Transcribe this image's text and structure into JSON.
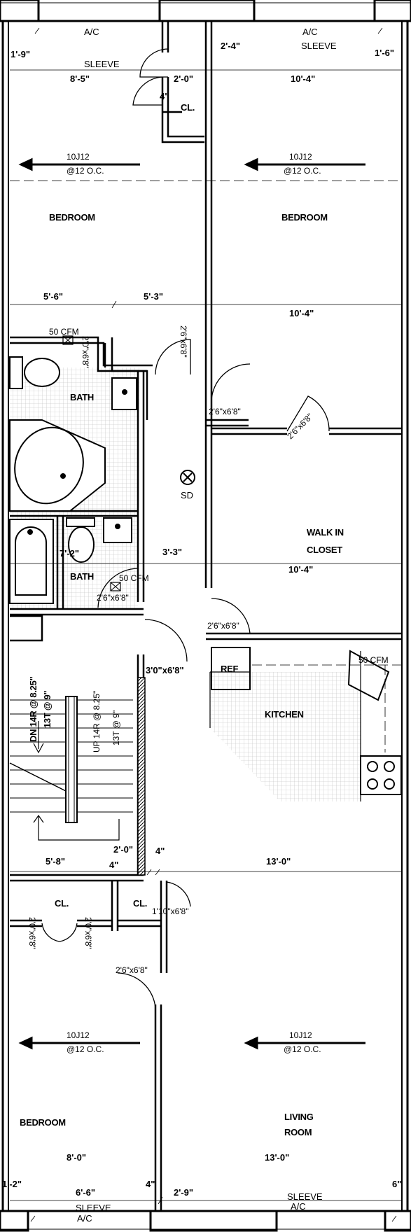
{
  "rooms": {
    "bedroom_top_left": "BEDROOM",
    "bedroom_top_right": "BEDROOM",
    "bath_upper": "BATH",
    "bath_lower": "BATH",
    "walk_in_closet_line1": "WALK IN",
    "walk_in_closet_line2": "CLOSET",
    "kitchen": "KITCHEN",
    "closet_top": "CL.",
    "closet_left": "CL.",
    "closet_right": "CL.",
    "bedroom_bottom_left": "BEDROOM",
    "living_room_line1": "LIVING",
    "living_room_line2": "ROOM",
    "refrigerator": "REF"
  },
  "notes": {
    "ac_top_left": "A/C",
    "ac_top_right": "A/C",
    "sleeve_top_left": "SLEEVE",
    "sleeve_top_right": "SLEEVE",
    "joist_a": "10J12",
    "joist_a_spacing": "@12 O.C.",
    "joist_b": "10J12",
    "joist_b_spacing": "@12 O.C.",
    "joist_c": "10J12",
    "joist_c_spacing": "@12 O.C.",
    "joist_d": "10J12",
    "joist_d_spacing": "@12 O.C.",
    "fan_upper": "50 CFM",
    "fan_lower": "50 CFM",
    "fan_kitchen": "50 CFM",
    "smoke_detector": "SD",
    "stair_down_1": "DN 14R @ 8.25\"",
    "stair_down_2": "13T @ 9\"",
    "stair_up_1": "UP 14R @ 8.25\"",
    "stair_up_2": "13T @ 9\"",
    "sleeve_bottom": "SLEEVE",
    "ac_bottom_left": "A/C",
    "sleeve_bottom_right": "SLEEVE",
    "ac_bottom_right": "A/C"
  },
  "dimensions": {
    "d_1_9": "1'-9\"",
    "d_2_4": "2'-4\"",
    "d_1_6": "1'-6\"",
    "d_8_5": "8'-5\"",
    "d_2_0_top": "2'-0\"",
    "d_10_4_a": "10'-4\"",
    "d_4_top": "4\"",
    "d_5_6": "5'-6\"",
    "d_5_3": "5'-3\"",
    "d_10_4_b": "10'-4\"",
    "d_7_2": "7'-2\"",
    "d_3_3": "3'-3\"",
    "d_10_4_c": "10'-4\"",
    "d_5_8": "5'-8\"",
    "d_2_0_mid": "2'-0\"",
    "d_4_mid_a": "4\"",
    "d_4_mid_b": "4\"",
    "d_13_0_a": "13'-0\"",
    "d_8_0": "8'-0\"",
    "d_13_0_b": "13'-0\"",
    "d_1_2": "1'-2\"",
    "d_6_6": "6'-6\"",
    "d_4_bot": "4\"",
    "d_2_9": "2'-9\"",
    "d_6_bot": "6\""
  },
  "doors": {
    "dr_bath_upper": "2'0\"x6'8\"",
    "dr_bedroom_tl": "2'6\"x6'8\"",
    "dr_hall_a": "2'6\"x6'8\"",
    "dr_closet_walk": "2'6\"x6'8\"",
    "dr_bath_lower": "2'6\"x6'8\"",
    "dr_hall_b": "2'6\"x6'8\"",
    "dr_stair": "3'0\"x6'8\"",
    "dr_cl_right": "1'10\"x6'8\"",
    "dr_cl_left_a": "2'0\"x6'8\"",
    "dr_cl_left_b": "2'0\"x6'8\"",
    "dr_bedroom_bl": "2'6\"x6'8\""
  }
}
